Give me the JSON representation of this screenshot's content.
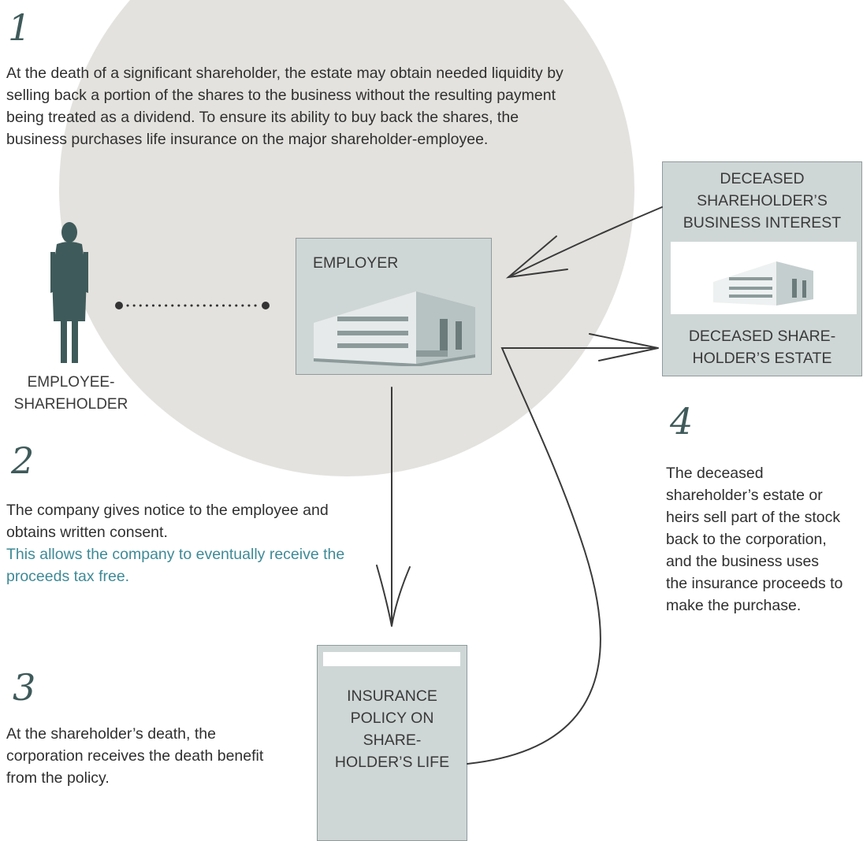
{
  "steps": [
    {
      "number": "1",
      "text": "At the death of a significant shareholder, the estate may obtain needed liquidity by selling back a portion of the shares to the business without the resulting payment being treated as a dividend. To ensure its ability to buy back the shares, the business purchases life insurance on the major shareholder-employee."
    },
    {
      "number": "2",
      "text": "The company gives notice to the employee and obtains written consent.",
      "highlight": "This allows the company to eventually receive the proceeds tax free."
    },
    {
      "number": "3",
      "text": "At the shareholder’s death, the corporation receives the death benefit from the policy."
    },
    {
      "number": "4",
      "text": "The deceased shareholder’s estate or heirs sell part of the stock back to the corporation, and the business uses the insurance proceeds to make the purchase."
    }
  ],
  "nodes": {
    "person_label": "EMPLOYEE-\nSHAREHOLDER",
    "employer": "EMPLOYER",
    "business_interest": "DECEASED SHAREHOLDER’S BUSINESS INTEREST",
    "estate": "DECEASED SHARE-HOLDER’S ESTATE",
    "insurance": "INSURANCE POLICY ON SHARE-HOLDER’S LIFE"
  },
  "colors": {
    "circle": "#e4e2de",
    "box_fill": "#cfd6d6",
    "box_border": "#8f9b9c",
    "person": "#3f5a5a",
    "highlight_text": "#3e8a97",
    "arrow": "#3a3a3a"
  }
}
